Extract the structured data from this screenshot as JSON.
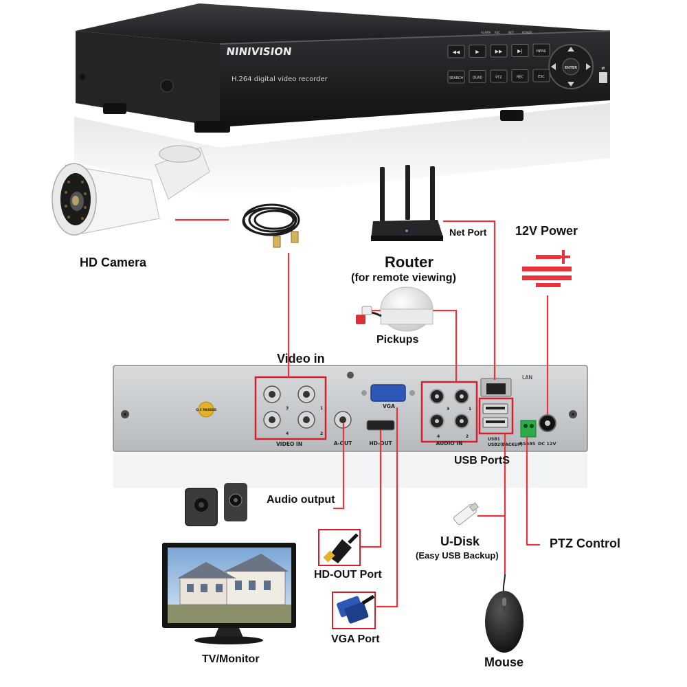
{
  "dvr_front": {
    "brand": "NINIVISION",
    "model_text": "H.264 digital video recorder",
    "buttons_row1": [
      "◀◀",
      "▶",
      "▶▶",
      "▶|",
      "MENU"
    ],
    "buttons_row2": [
      "SEARCH",
      "QUAD",
      "PTZ",
      "REC",
      "ESC"
    ],
    "indicators": [
      "ALARM",
      "REC",
      "NET",
      "POWER"
    ],
    "dpad_center": "ENTER"
  },
  "back_panel": {
    "video_in_label": "VIDEO IN",
    "a_out_label": "A-OUT",
    "vga_label": "VGA",
    "hd_out_label": "HD-OUT",
    "audio_in_label": "AUDIO IN",
    "lan_label": "LAN",
    "usb1_label": "USB1",
    "usb2_label": "USB2(BACKUP)",
    "rs485_label": "RS485",
    "dc_label": "DC 12V",
    "qc_label": "Q.C PASSED",
    "ch1": "1",
    "ch2": "2",
    "ch3": "3",
    "ch4": "4"
  },
  "labels": {
    "hd_camera": "HD Camera",
    "video_in": "Video in",
    "router": "Router",
    "router_sub": "(for remote viewing)",
    "net_port": "Net Port",
    "power": "12V Power",
    "pickups": "Pickups",
    "usb_ports": "USB PortS",
    "audio_output": "Audio output",
    "u_disk": "U-Disk",
    "u_disk_sub": "(Easy USB Backup)",
    "ptz_control": "PTZ Control",
    "hd_out_port": "HD-OUT Port",
    "vga_port": "VGA Port",
    "tv_monitor": "TV/Monitor",
    "mouse": "Mouse"
  },
  "colors": {
    "wire": "#e8323c",
    "box": "#d4202c",
    "dvr": "#2a2a2d",
    "panel": "#c9cbcd"
  }
}
